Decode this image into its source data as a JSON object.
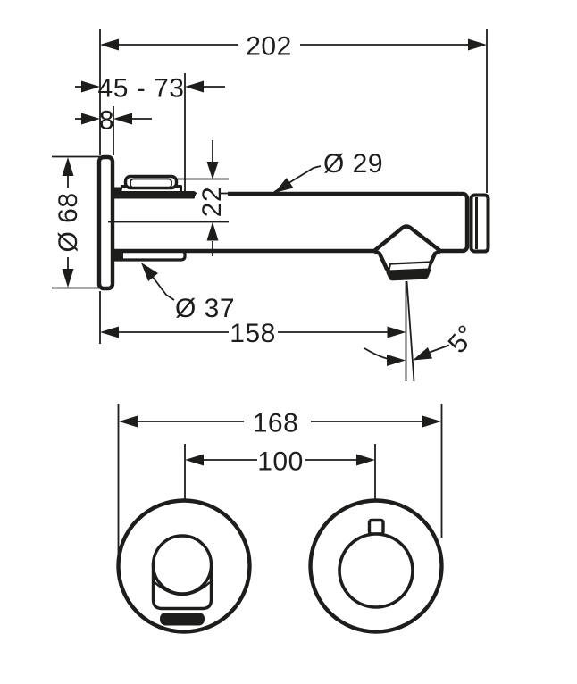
{
  "dimensions": {
    "total_length": "202",
    "wall_adjustment_range": "45 - 73",
    "plate_thickness": "8",
    "spout_diameter": "Ø 29",
    "spout_axis_offset": "22",
    "escutcheon_diameter": "Ø 68",
    "sleeve_diameter": "Ø 37",
    "spout_reach": "158",
    "spray_angle": "5°",
    "overall_width": "168",
    "center_distance": "100"
  },
  "colors": {
    "line": "#1d1d1b",
    "background": "#ffffff"
  }
}
